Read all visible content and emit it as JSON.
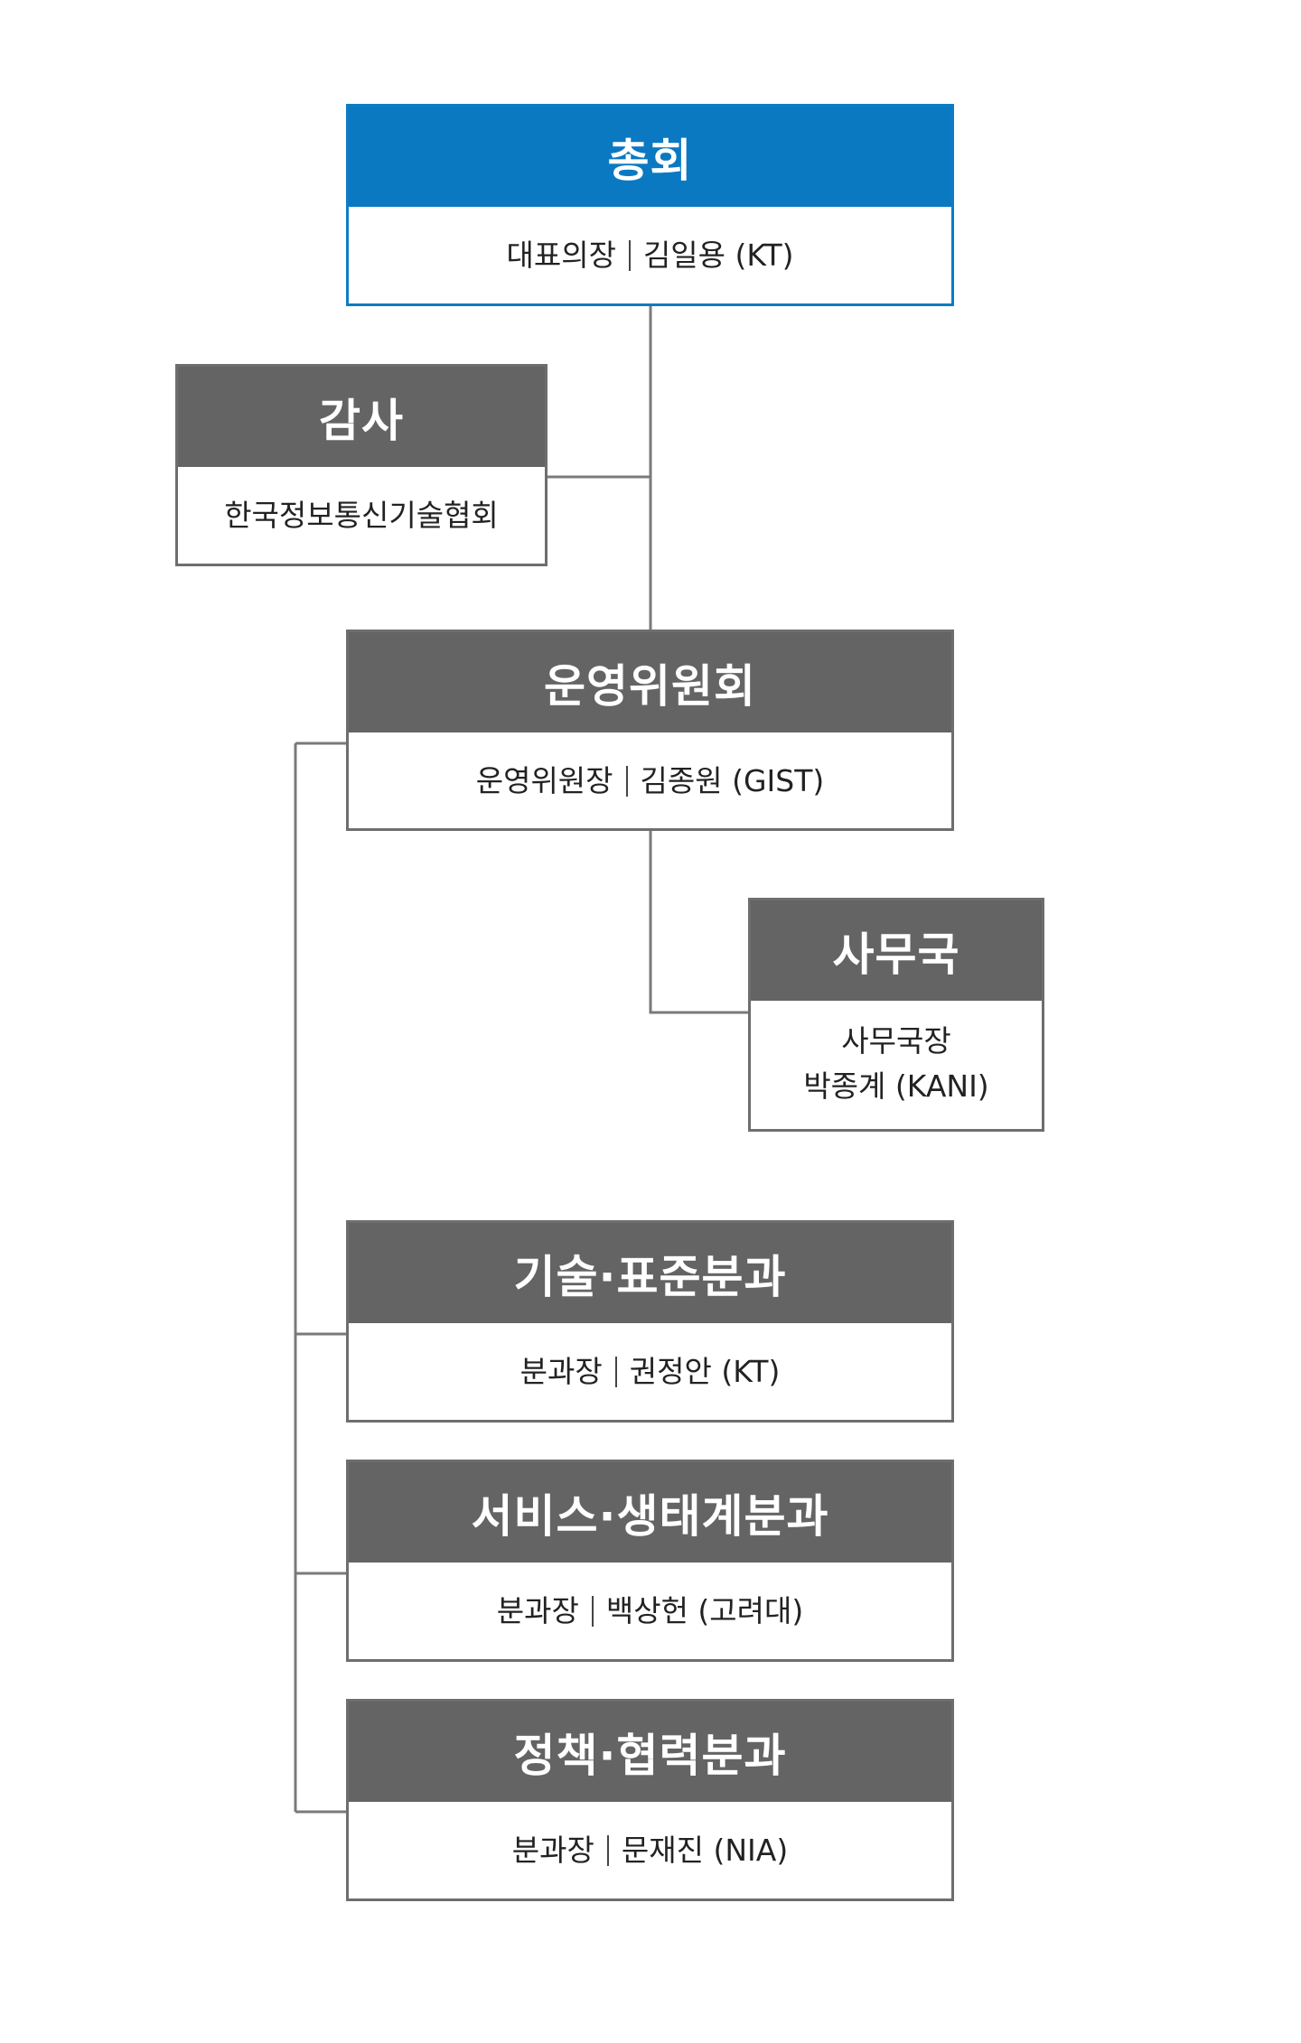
{
  "general_assembly": {
    "title": "총회",
    "role": "대표의장",
    "person": "김일용 (KT)"
  },
  "audit": {
    "title": "감사",
    "org": "한국정보통신기술협회"
  },
  "steering_committee": {
    "title": "운영위원회",
    "role": "운영위원장",
    "person": "김종원 (GIST)"
  },
  "secretariat": {
    "title": "사무국",
    "role": "사무국장",
    "person": "박종계 (KANI)"
  },
  "divisions": [
    {
      "title": "기술·표준분과",
      "role": "분과장",
      "person": "권정안 (KT)"
    },
    {
      "title": "서비스·생태계분과",
      "role": "분과장",
      "person": "백상헌 (고려대)"
    },
    {
      "title": "정책·협력분과",
      "role": "분과장",
      "person": "문재진 (NIA)"
    }
  ],
  "colors": {
    "primary": "#0b79c2",
    "header_gray": "#646464",
    "border_gray": "#6e6e6e",
    "line_gray": "#7a7a7a"
  }
}
